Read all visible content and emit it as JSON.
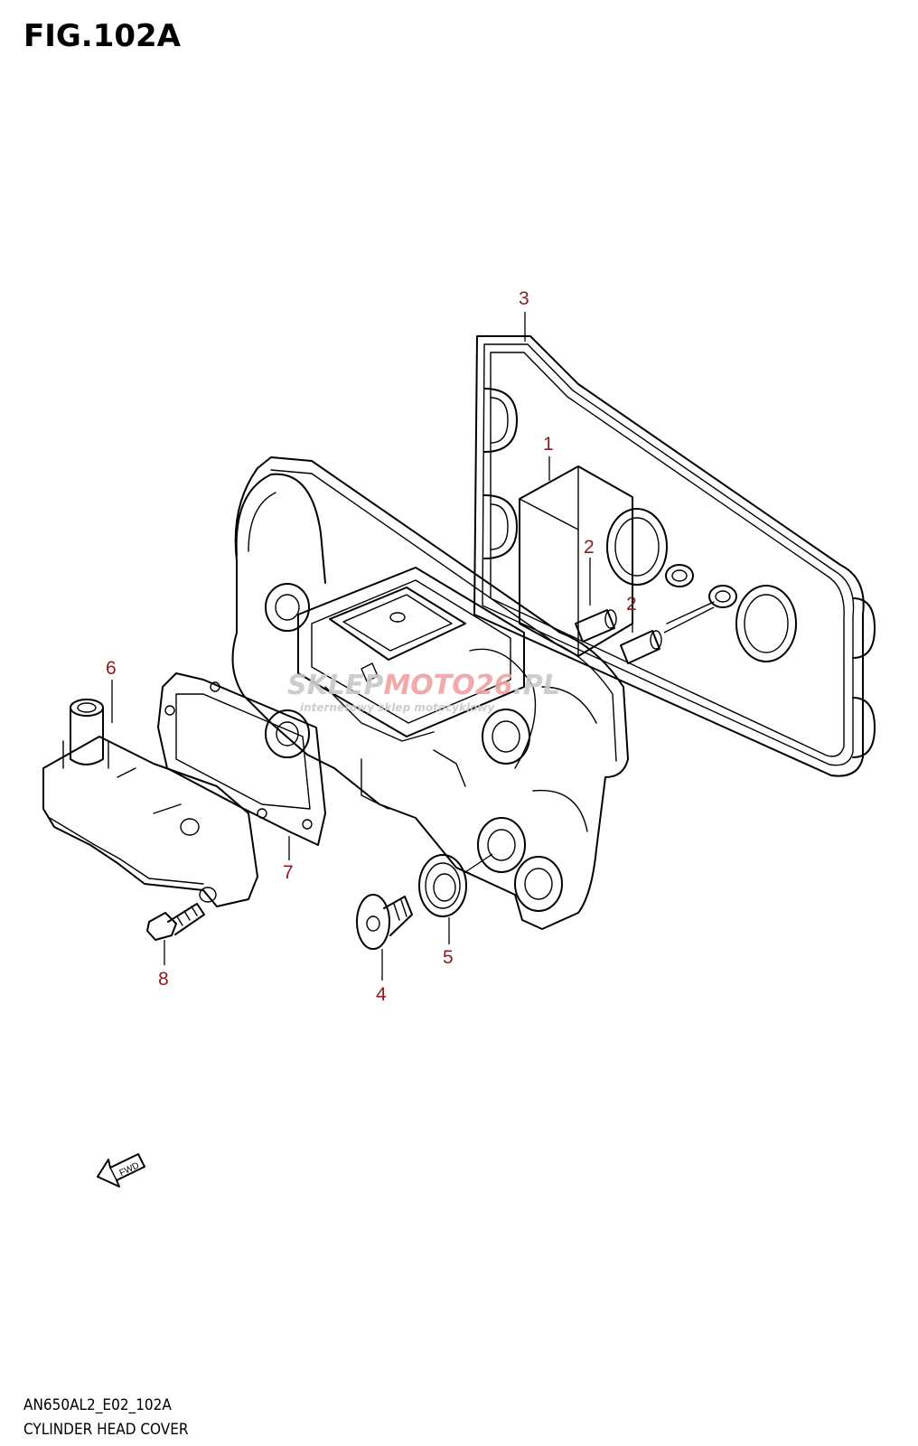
{
  "figure": {
    "title": "FIG.102A",
    "code": "AN650AL2_E02_102A",
    "name": "CYLINDER HEAD COVER"
  },
  "callouts": [
    {
      "id": "c3",
      "label": "3"
    },
    {
      "id": "c1",
      "label": "1"
    },
    {
      "id": "c2a",
      "label": "2"
    },
    {
      "id": "c2b",
      "label": "2"
    },
    {
      "id": "c6",
      "label": "6"
    },
    {
      "id": "c7",
      "label": "7"
    },
    {
      "id": "c5",
      "label": "5"
    },
    {
      "id": "c4",
      "label": "4"
    },
    {
      "id": "c8",
      "label": "8"
    }
  ],
  "fwd_label": "FWD",
  "watermark": {
    "brand_part1": "SKLEP",
    "brand_part2": "MOTO",
    "brand_part3": "26",
    "brand_part4": ".PL",
    "tagline": "internetowy sklep motocyklowy"
  },
  "colors": {
    "callout": "#8b1a1a",
    "line": "#000000",
    "watermark_gray": "#c8c8c8",
    "watermark_red": "#f0a0a0"
  }
}
